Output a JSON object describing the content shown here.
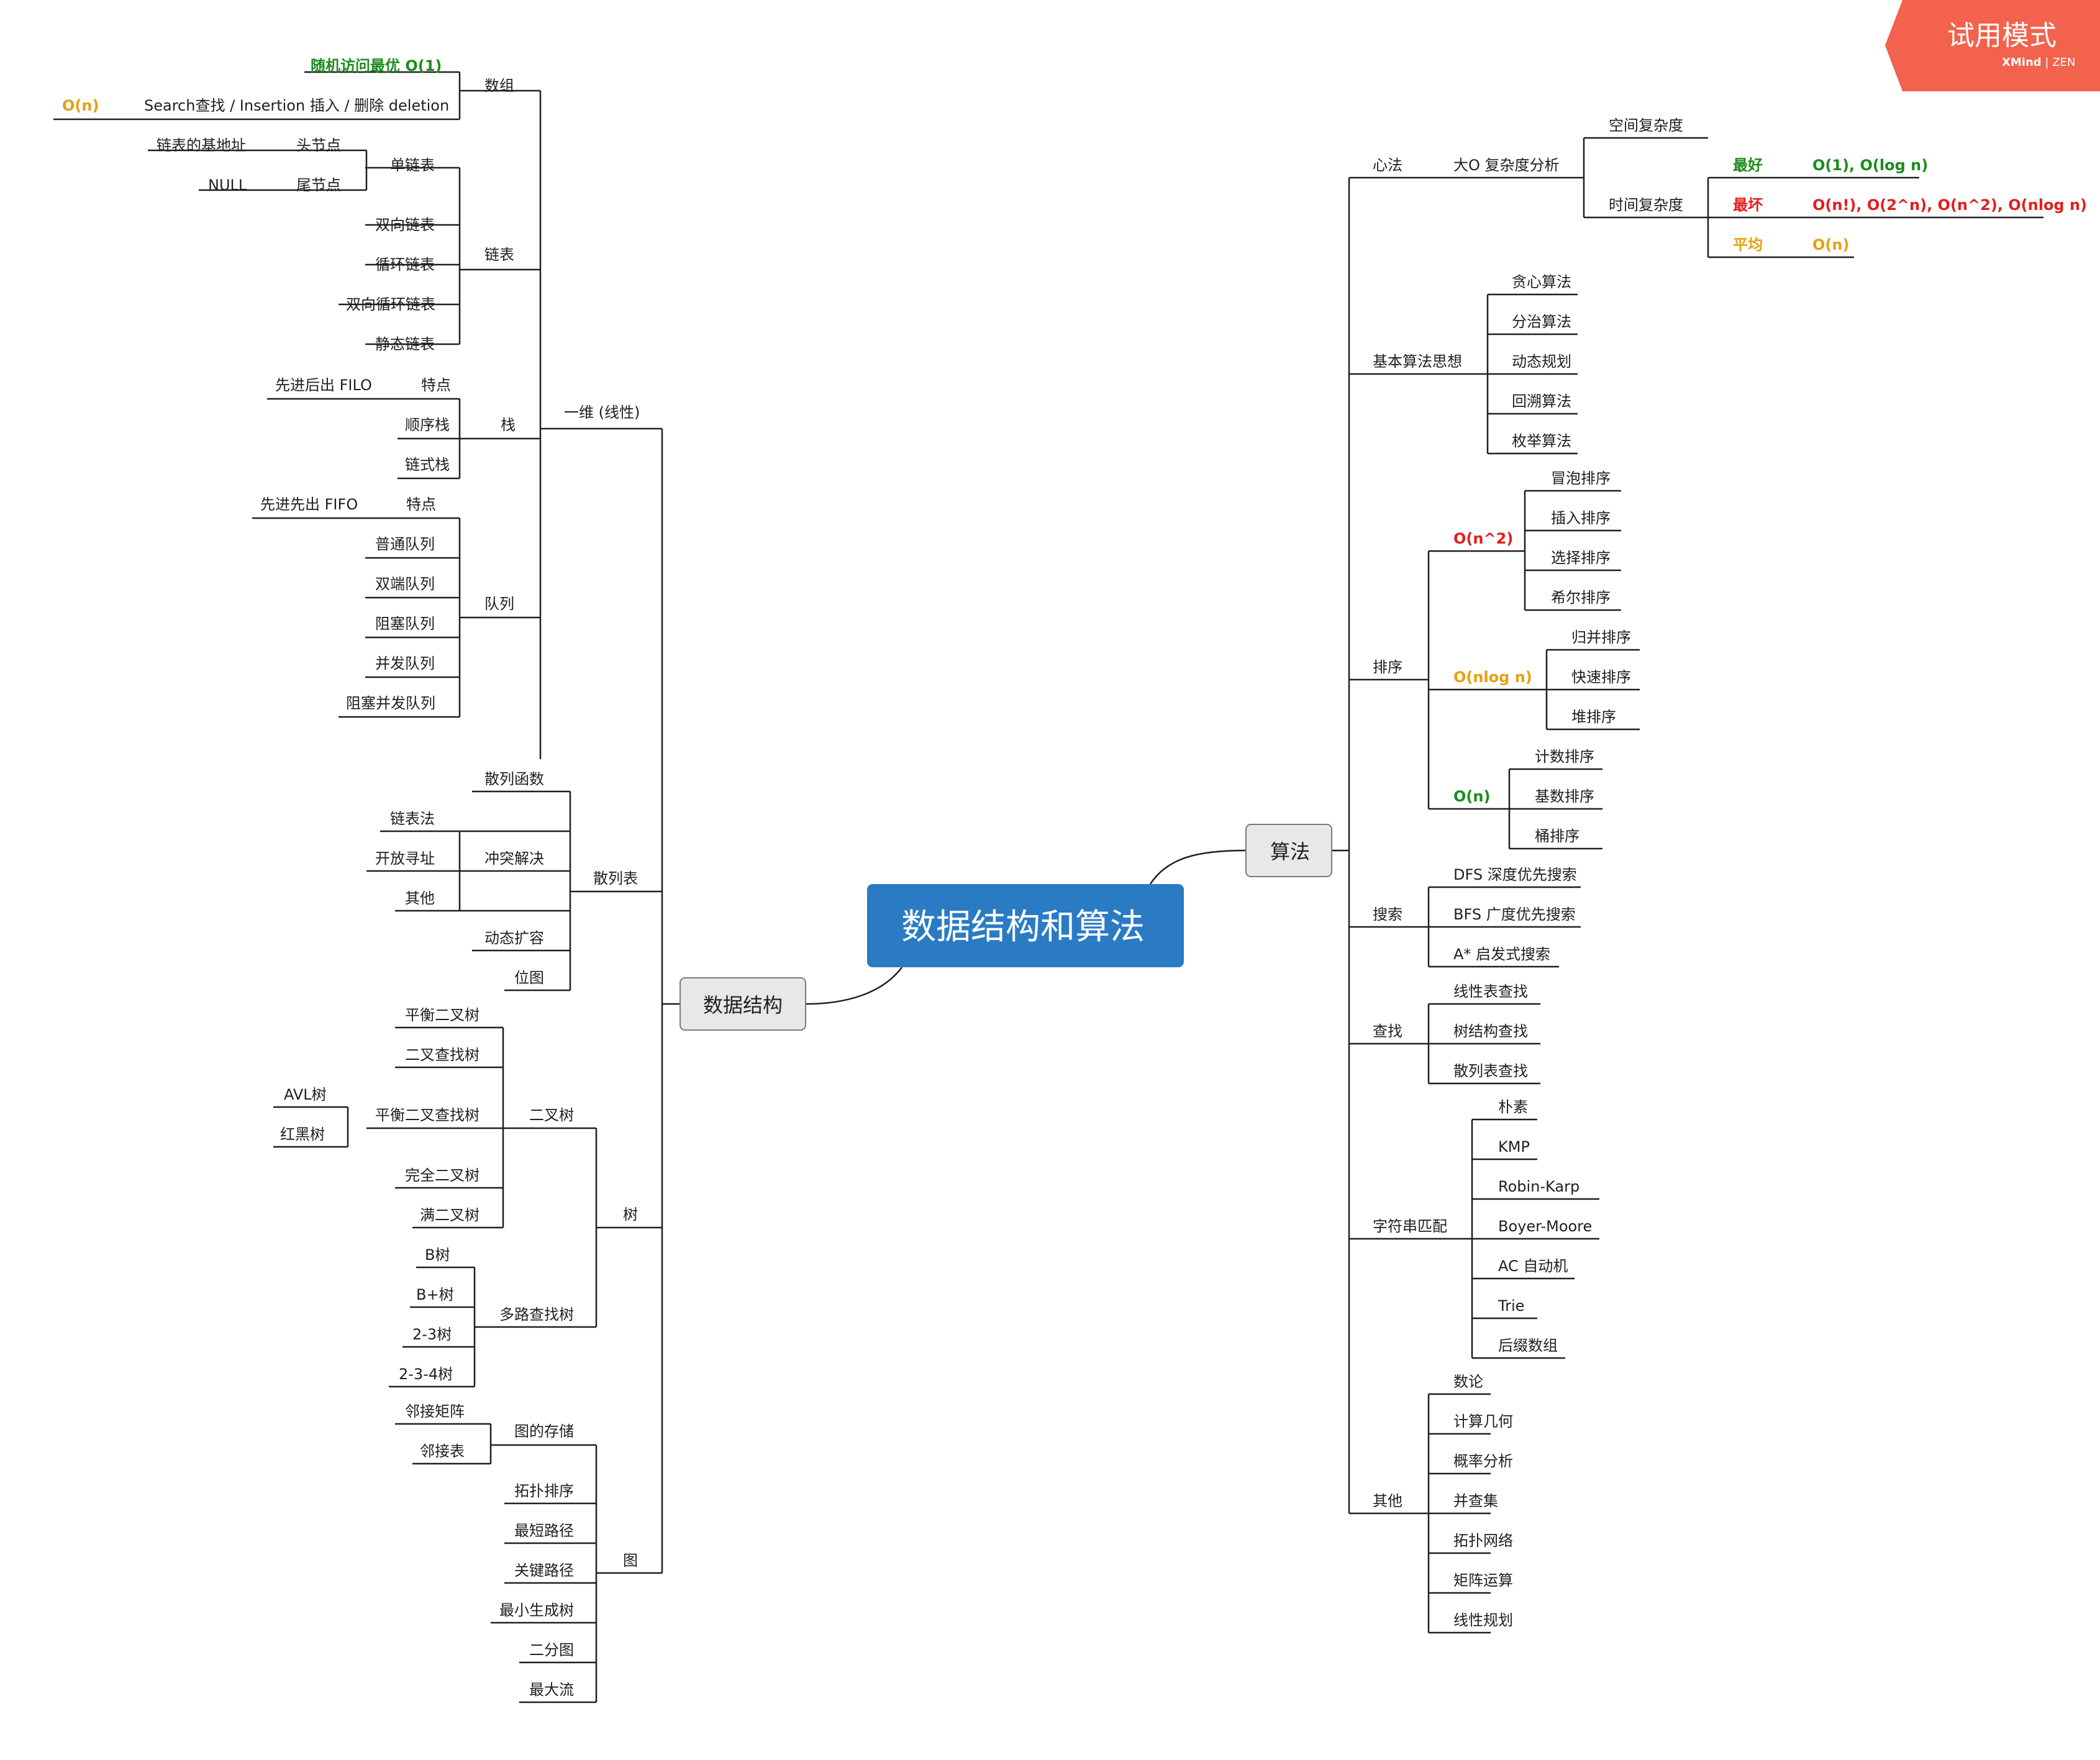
{
  "central_topic": "数据结构和算法",
  "trial_badge": {
    "title": "试用模式",
    "brand": "XMind",
    "edition": "ZEN",
    "color": "#f2624c"
  },
  "colors": {
    "line": "#1f1f1f",
    "main": "#2b7bc4",
    "green": "#1c8c1c",
    "red": "#e21e1e",
    "orange": "#e8a010"
  },
  "ds": {
    "label": "数据结构",
    "linear": {
      "label": "一维 (线性)",
      "array": {
        "label": "数组",
        "fast": "随机访问最优 O(1)",
        "ops": "Search查找 / Insertion 插入 / 删除 deletion",
        "ops_cost": "O(n)"
      },
      "linked": {
        "label": "链表",
        "single": {
          "label": "单链表",
          "head": "头节点",
          "head_desc": "链表的基地址",
          "tail": "尾节点",
          "tail_desc": "NULL"
        },
        "double": "双向链表",
        "circular": "循环链表",
        "double_circular": "双向循环链表",
        "static": "静态链表"
      },
      "stack": {
        "label": "栈",
        "feature": "特点",
        "feature_desc": "先进后出 FILO",
        "seq": "顺序栈",
        "linked": "链式栈"
      },
      "queue": {
        "label": "队列",
        "feature": "特点",
        "feature_desc": "先进先出 FIFO",
        "normal": "普通队列",
        "deque": "双端队列",
        "blocking": "阻塞队列",
        "concurrent": "并发队列",
        "blocking_concurrent": "阻塞并发队列"
      }
    },
    "hash": {
      "label": "散列表",
      "func": "散列函数",
      "conflict": {
        "label": "冲突解决",
        "chain": "链表法",
        "open": "开放寻址",
        "other": "其他"
      },
      "resize": "动态扩容",
      "bitmap": "位图"
    },
    "tree": {
      "label": "树",
      "binary": {
        "label": "二叉树",
        "balanced": "平衡二叉树",
        "bst": "二叉查找树",
        "balanced_bst": "平衡二叉查找树",
        "avl": "AVL树",
        "rb": "红黑树",
        "complete": "完全二叉树",
        "full": "满二叉树"
      },
      "multiway": {
        "label": "多路查找树",
        "b": "B树",
        "bplus": "B+树",
        "t23": "2-3树",
        "t234": "2-3-4树"
      }
    },
    "graph": {
      "label": "图",
      "storage": {
        "label": "图的存储",
        "matrix": "邻接矩阵",
        "list": "邻接表"
      },
      "topo": "拓扑排序",
      "shortest": "最短路径",
      "critical": "关键路径",
      "mst": "最小生成树",
      "bipartite": "二分图",
      "maxflow": "最大流"
    }
  },
  "algo": {
    "label": "算法",
    "mind": {
      "label": "心法",
      "bigo": {
        "label": "大O 复杂度分析",
        "space": "空间复杂度",
        "time": {
          "label": "时间复杂度",
          "best": "最好",
          "best_val": "O(1), O(log n)",
          "worst": "最坏",
          "worst_val": "O(n!), O(2^n), O(n^2), O(nlog n)",
          "avg": "平均",
          "avg_val": "O(n)"
        }
      }
    },
    "basic": {
      "label": "基本算法思想",
      "greedy": "贪心算法",
      "dc": "分治算法",
      "dp": "动态规划",
      "backtrack": "回溯算法",
      "enum": "枚举算法"
    },
    "sort": {
      "label": "排序",
      "n2": {
        "label": "O(n^2)",
        "bubble": "冒泡排序",
        "insert": "插入排序",
        "select": "选择排序",
        "shell": "希尔排序"
      },
      "nlogn": {
        "label": "O(nlog n)",
        "merge": "归并排序",
        "quick": "快速排序",
        "heap": "堆排序"
      },
      "n": {
        "label": "O(n)",
        "count": "计数排序",
        "radix": "基数排序",
        "bucket": "桶排序"
      }
    },
    "search": {
      "label": "搜索",
      "dfs": "DFS 深度优先搜索",
      "bfs": "BFS 广度优先搜索",
      "astar": "A* 启发式搜索"
    },
    "find": {
      "label": "查找",
      "linear": "线性表查找",
      "tree": "树结构查找",
      "hash": "散列表查找"
    },
    "string": {
      "label": "字符串匹配",
      "naive": "朴素",
      "kmp": "KMP",
      "rk": "Robin-Karp",
      "bm": "Boyer-Moore",
      "ac": "AC 自动机",
      "trie": "Trie",
      "sa": "后缀数组"
    },
    "other": {
      "label": "其他",
      "number": "数论",
      "geometry": "计算几何",
      "probability": "概率分析",
      "unionfind": "并查集",
      "network": "拓扑网络",
      "matrix": "矩阵运算",
      "lp": "线性规划"
    }
  }
}
